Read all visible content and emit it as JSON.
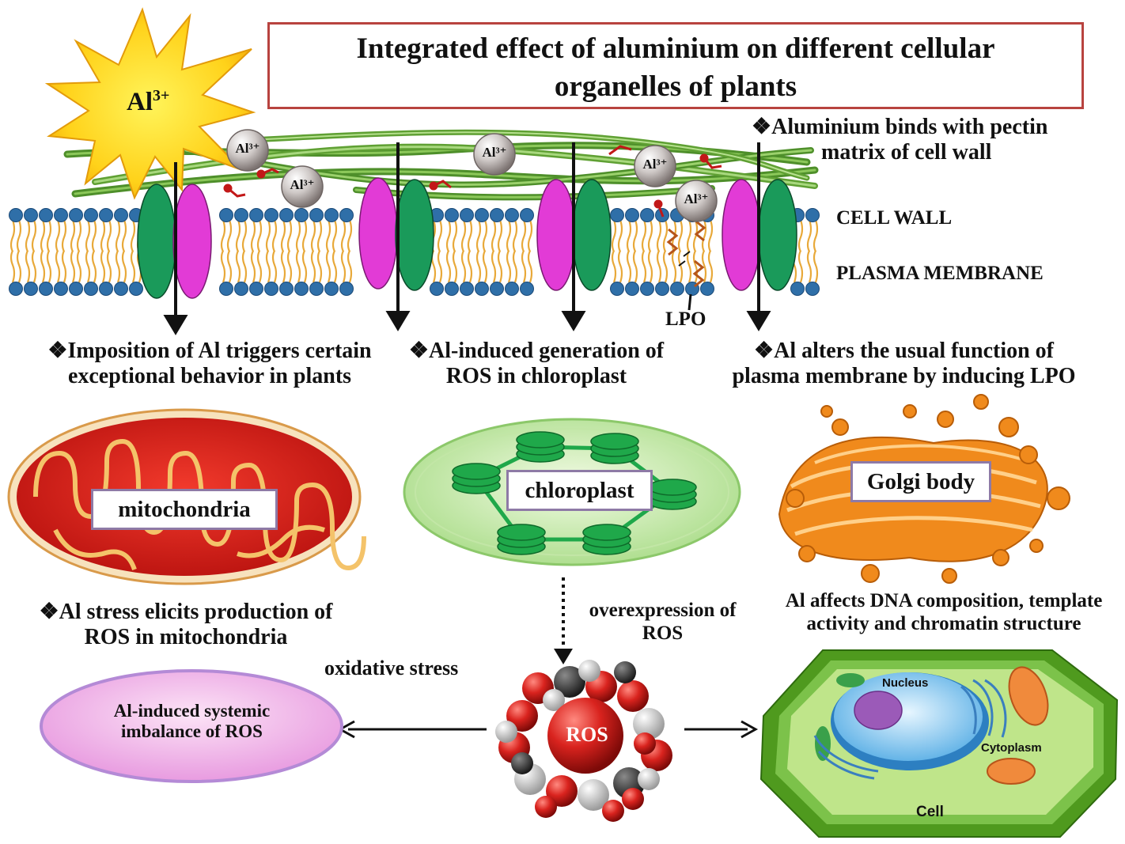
{
  "title": {
    "line1": "Integrated effect of aluminium on different cellular",
    "line2": "organelles of plants"
  },
  "ion_labels": {
    "star_base": "Al",
    "star_sup": "3+",
    "sphere": "Al³⁺"
  },
  "notes": {
    "pectin_line1": "❖Aluminium binds with pectin",
    "pectin_line2": "matrix of cell wall",
    "cell_wall": "CELL WALL",
    "plasma_membrane": "PLASMA MEMBRANE",
    "lpo": "LPO",
    "imposition_line1": "❖Imposition of Al triggers certain",
    "imposition_line2": "exceptional behavior in plants",
    "ros_chloro_line1": "❖Al-induced generation of",
    "ros_chloro_line2": "ROS in chloroplast",
    "pm_line1": "❖Al alters the usual function of",
    "pm_line2": "plasma membrane by inducing LPO",
    "mito_stress_line1": "❖Al stress elicits production of",
    "mito_stress_line2": "ROS in mitochondria",
    "overexpression_line1": "overexpression of",
    "overexpression_line2": "ROS",
    "dna_line1": "Al affects DNA composition, template",
    "dna_line2": "activity and chromatin structure",
    "oxidative_stress": "oxidative stress",
    "imbalance_line1": "Al-induced systemic",
    "imbalance_line2": "imbalance of ROS"
  },
  "organelles": {
    "mitochondria": "mitochondria",
    "chloroplast": "chloroplast",
    "golgi": "Golgi body",
    "ros": "ROS",
    "nucleus": "Nucleus",
    "cytoplasm": "Cytoplasm",
    "cell": "Cell"
  },
  "colors": {
    "title_border": "#b8433f",
    "fiber": "#5fa033",
    "lipid_head": "#2f6fa8",
    "lipid_tail": "#e8a93a",
    "protein_green": "#1a9a5a",
    "protein_magenta": "#e23bd6",
    "mito_fill": "#e4211c",
    "mito_crista": "#f4c36a",
    "chloro_fill": "#cfeeb4",
    "thylakoid": "#1fa84a",
    "golgi": "#f08a1c",
    "ros_red": "#d9231e",
    "imbalance_fill": "#f0b9e8",
    "cell_green": "#6fbb2c",
    "nucleus_blue": "#5fb3e8"
  }
}
